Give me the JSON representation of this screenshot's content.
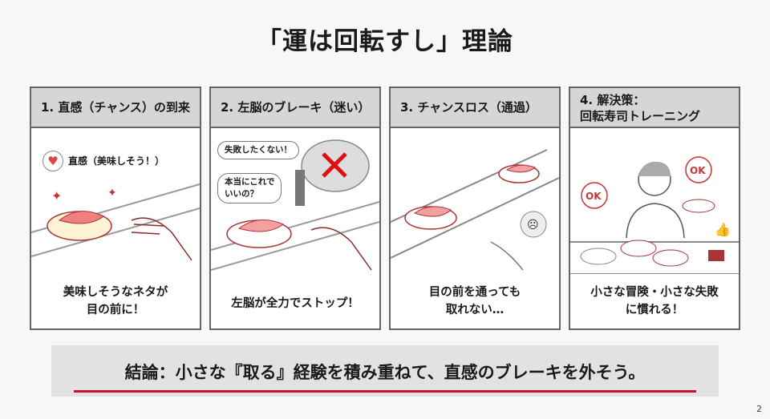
{
  "title": "「運は回転すし」理論",
  "panels": [
    {
      "header": "1. 直感（チャンス）の到来",
      "label": "直感（美味しそう！）",
      "caption1": "美味しそうなネタが",
      "caption2": "目の前に！"
    },
    {
      "header": "2. 左脳のブレーキ（迷い）",
      "bubble1": "失敗したくない！",
      "bubble2a": "本当にこれで",
      "bubble2b": "いいの？",
      "caption1": "左脳が全力でストップ！"
    },
    {
      "header": "3. チャンスロス（通過）",
      "caption1": "目の前を通っても",
      "caption2": "取れない…"
    },
    {
      "header1": "4. 解決策：",
      "header2": "回転寿司トレーニング",
      "ok": "OK",
      "caption1": "小さな冒険・小さな失敗",
      "caption2": "に慣れる！"
    }
  ],
  "conclusion": "結論：小さな『取る』経験を積み重ねて、直感のブレーキを外そう。",
  "page_number": "2",
  "colors": {
    "accent": "#c8102e",
    "header_bg": "#d6d6d6"
  }
}
